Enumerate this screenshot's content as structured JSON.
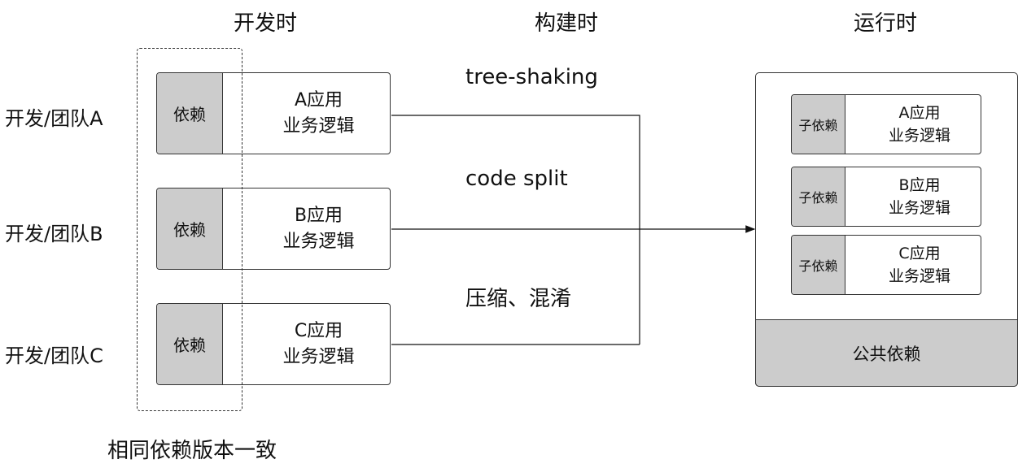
{
  "phases": {
    "dev": "开发时",
    "build": "构建时",
    "runtime": "运行时"
  },
  "teams": [
    {
      "label": "开发/团队A",
      "dep": "依赖",
      "app": "A应用",
      "biz": "业务逻辑"
    },
    {
      "label": "开发/团队B",
      "dep": "依赖",
      "app": "B应用",
      "biz": "业务逻辑"
    },
    {
      "label": "开发/团队C",
      "dep": "依赖",
      "app": "C应用",
      "biz": "业务逻辑"
    }
  ],
  "build_steps": [
    "tree-shaking",
    "code split",
    "压缩、混淆"
  ],
  "runtime": {
    "apps": [
      {
        "dep": "子依赖",
        "app": "A应用",
        "biz": "业务逻辑"
      },
      {
        "dep": "子依赖",
        "app": "B应用",
        "biz": "业务逻辑"
      },
      {
        "dep": "子依赖",
        "app": "C应用",
        "biz": "业务逻辑"
      }
    ],
    "common": "公共依赖"
  },
  "note": "相同依赖版本一致"
}
